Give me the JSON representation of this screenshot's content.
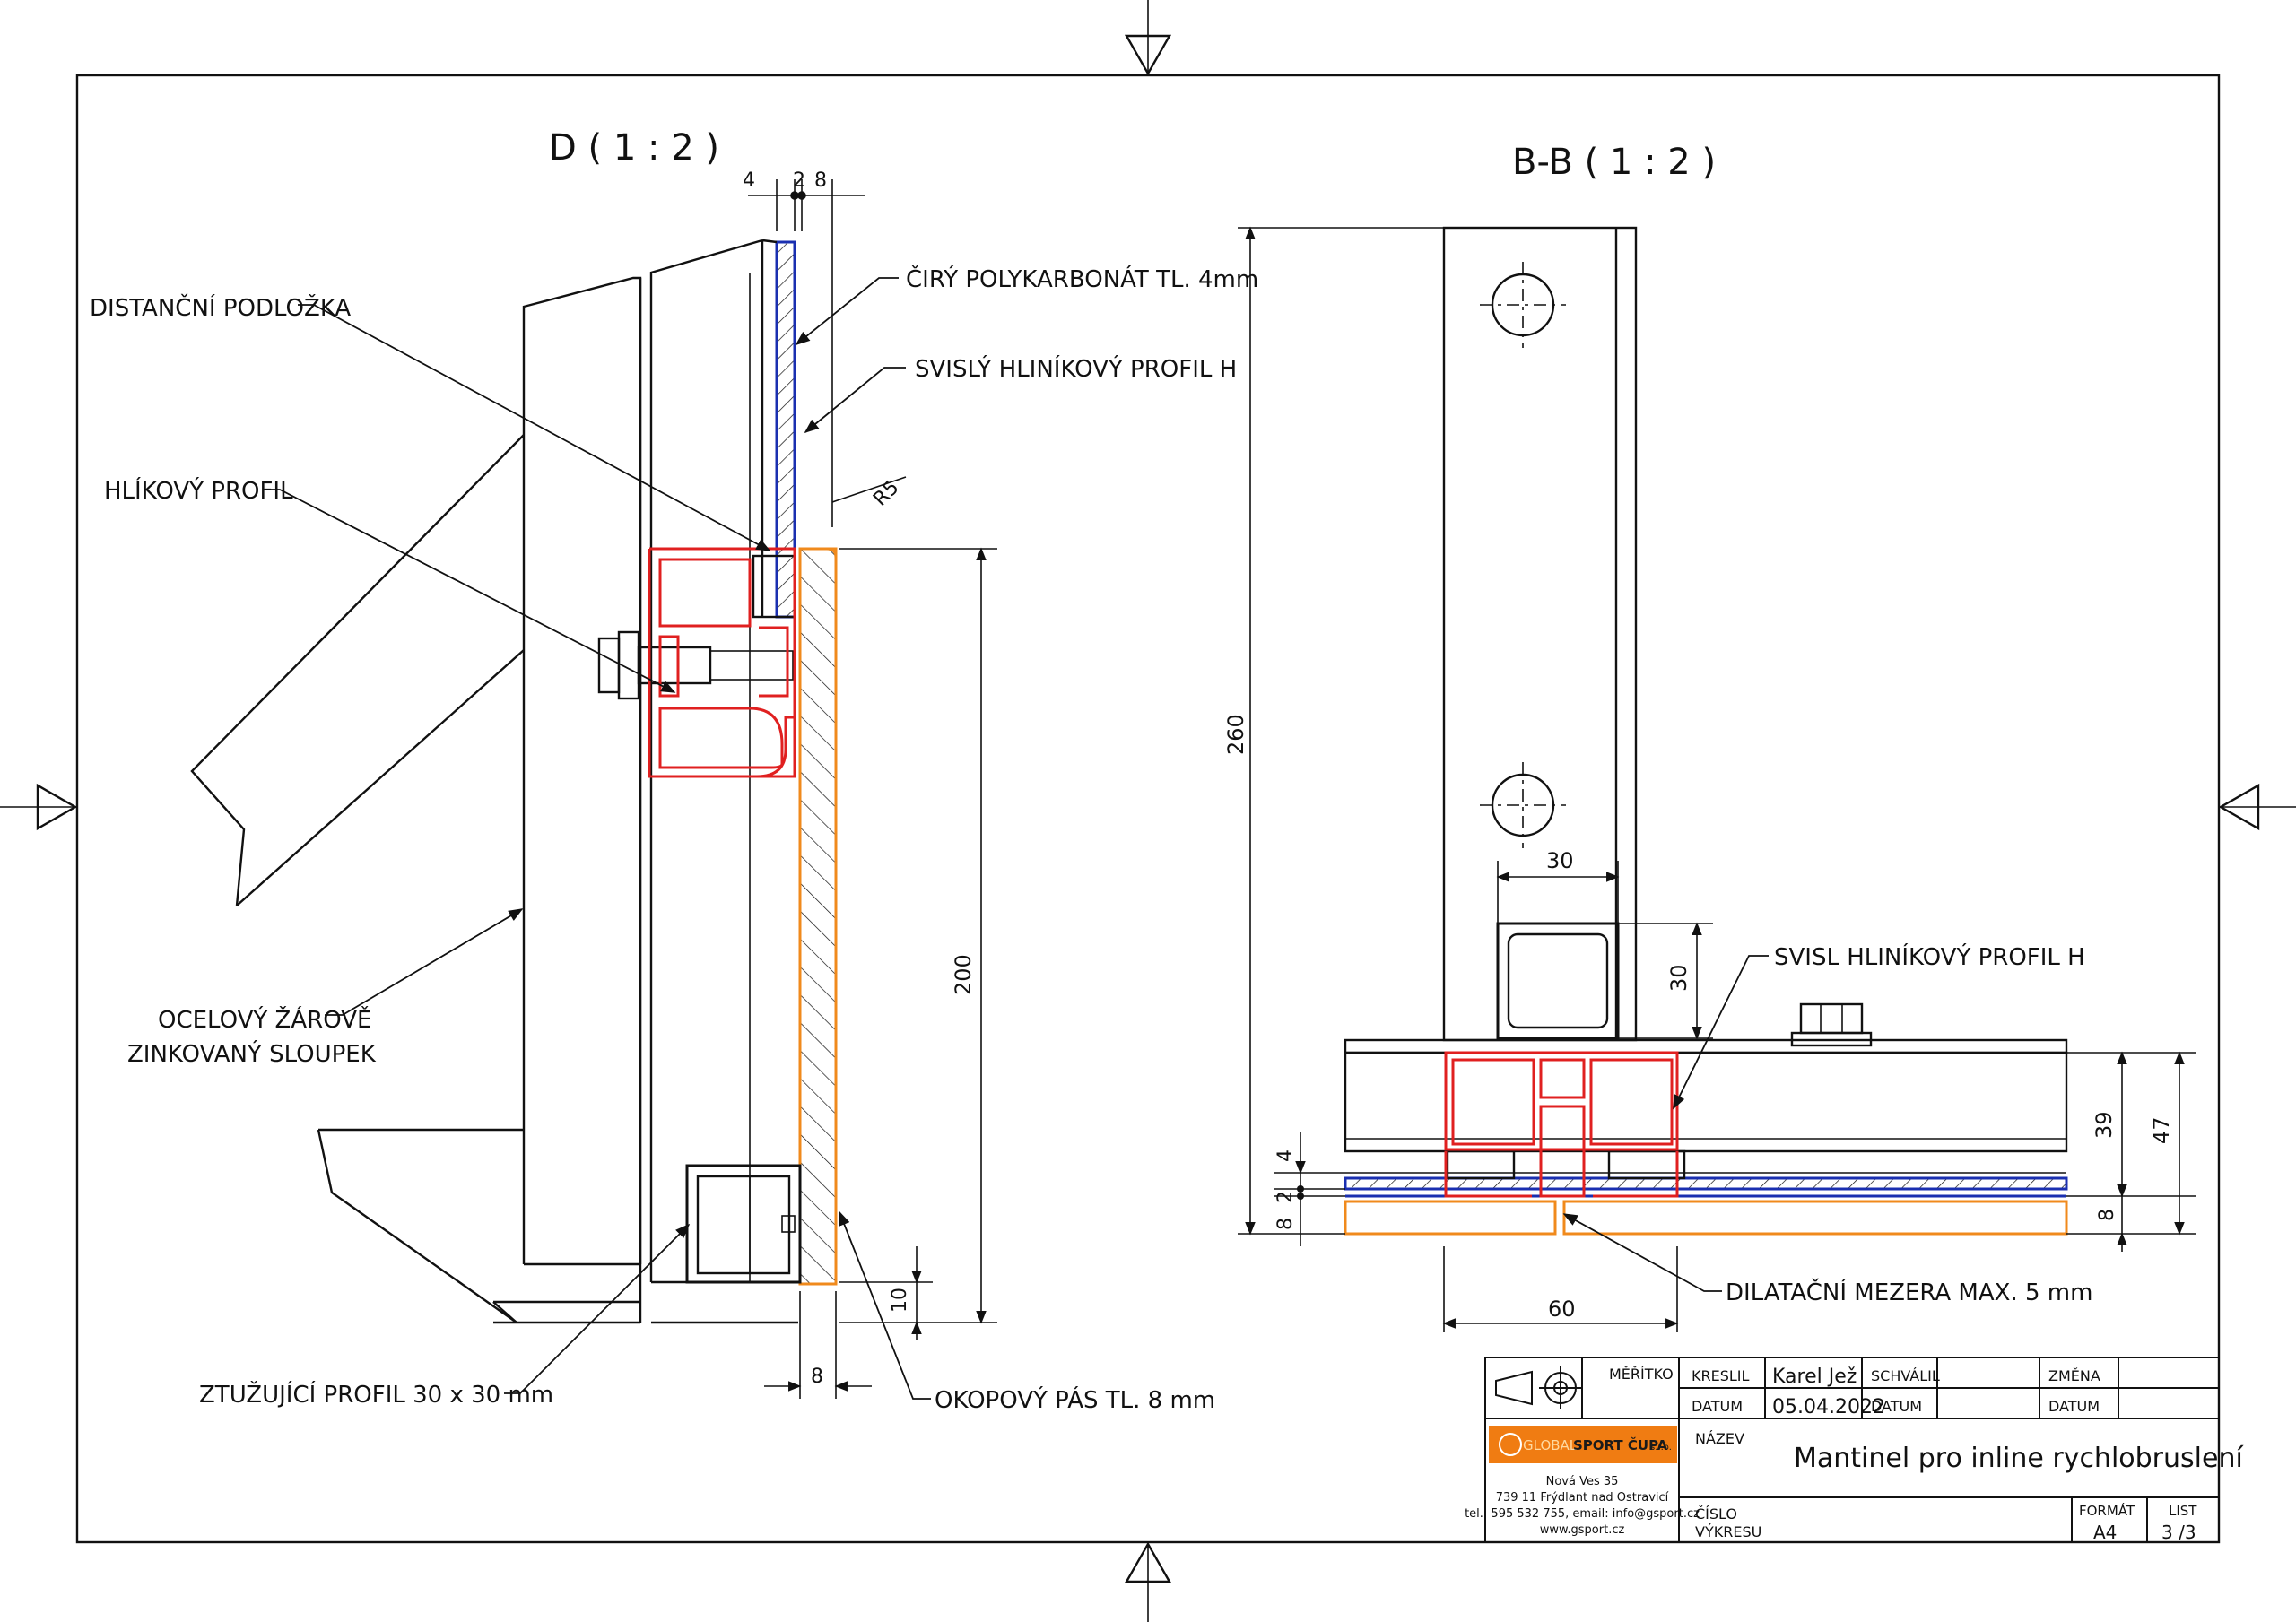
{
  "views": {
    "detail_title": "D ( 1 : 2 )",
    "section_title": "B-B ( 1 : 2 )"
  },
  "labels": {
    "distancni": "DISTANČNÍ PODLOŽKA",
    "hlikovy": "HLÍKOVÝ PROFIL",
    "ocelovy_1": "OCELOVÝ ŽÁROVĚ",
    "ocelovy_2": "ZINKOVANÝ SLOUPEK",
    "ztuzujici": "ZTUŽUJÍCÍ PROFIL 30 x 30 mm",
    "ciry": "ČIRÝ POLYKARBONÁT TL. 4mm",
    "svisly": "SVISLÝ HLINÍKOVÝ PROFIL H",
    "okopovy": "OKOPOVÝ PÁS TL. 8 mm",
    "svisl_bb": "SVISL HLINÍKOVÝ PROFIL H",
    "dilatacni": "DILATAČNÍ MEZERA MAX. 5 mm"
  },
  "dimensions": {
    "d4": "4",
    "d2": "2",
    "d8": "8",
    "r5": "R5",
    "d200": "200",
    "d10": "10",
    "d8_bottom": "8",
    "d260": "260",
    "d30_w": "30",
    "d30_h": "30",
    "d39": "39",
    "d47": "47",
    "d8_right": "8",
    "d4_left": "4",
    "d2_left": "2",
    "d8_left": "8",
    "d60": "60"
  },
  "title_block": {
    "meritko": "MĚŘÍTKO",
    "kreslil": "KRESLIL",
    "kreslil_value": "Karel Jež",
    "schvalil": "SCHVÁLIL",
    "zmena": "ZMĚNA",
    "datum_1": "DATUM",
    "datum_value": "05.04.2022",
    "datum_2": "DATUM",
    "datum_3": "DATUM",
    "nazev": "NÁZEV",
    "nazev_value": "Mantinel pro inline rychlobruslení",
    "cislo_1": "ČÍSLO",
    "cislo_2": "VÝKRESU",
    "format": "FORMÁT",
    "format_value": "A4",
    "list": "LIST",
    "list_value": "3 /3",
    "company_logo_1": "GLOBAL",
    "company_logo_2": "SPORT ČUPA",
    "company_logo_3": "s.r.o.",
    "address_1": "Nová Ves 35",
    "address_2": "739 11 Frýdlant nad Ostravicí",
    "address_3": "tel.: 595 532 755, email: info@gsport.cz",
    "address_4": "www.gsport.cz"
  },
  "colors": {
    "ink": "#111111",
    "aluminium_profile": "#e02020",
    "polycarbonate": "#1a2fb0",
    "kickboard": "#f08a1c",
    "logo_bg": "#f07c12"
  }
}
